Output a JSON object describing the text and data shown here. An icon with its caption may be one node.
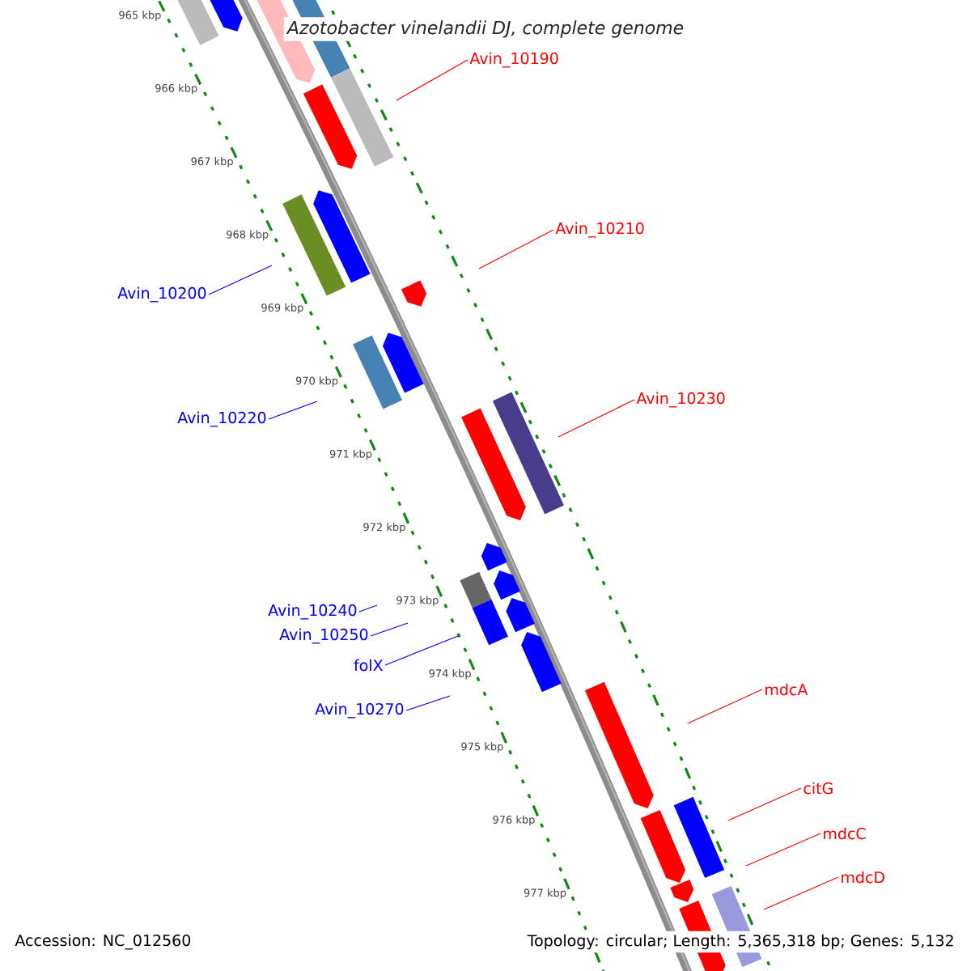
{
  "diagram": {
    "title": "Azotobacter vinelandii DJ, complete genome",
    "nodes": [
      {
        "text": [
          "Avin_10190"
        ]
      },
      {
        "text": [
          "Avin_10210"
        ]
      },
      {
        "text": [
          "Avin_10200"
        ]
      },
      {
        "text": [
          "Avin_10230"
        ]
      },
      {
        "text": [
          "Avin_10220"
        ]
      },
      {
        "text": [
          "Avin_10240"
        ]
      },
      {
        "text": [
          "Avin_10250"
        ]
      },
      {
        "text": [
          "folX"
        ]
      },
      {
        "text": [
          "mdcA"
        ]
      },
      {
        "text": [
          "Avin_10270"
        ]
      },
      {
        "text": [
          "citG"
        ]
      },
      {
        "text": [
          "mdcC"
        ]
      },
      {
        "text": [
          "mdcD"
        ]
      }
    ],
    "edges": [
      {
        "from": 0,
        "to": null,
        "arrow": "none"
      },
      {
        "from": 1,
        "to": null,
        "arrow": "none"
      },
      {
        "from": 2,
        "to": null,
        "arrow": "none",
        "color": "#0000ff"
      },
      {
        "from": 3,
        "to": null,
        "arrow": "none"
      },
      {
        "from": 4,
        "to": null,
        "arrow": "none",
        "color": "#0000ff"
      },
      {
        "from": 5,
        "to": null,
        "arrow": "none",
        "color": "#0000ff"
      },
      {
        "from": 6,
        "to": null,
        "arrow": "none",
        "color": "#0000ff"
      },
      {
        "from": 7,
        "to": null,
        "arrow": "none",
        "color": "#0000ff"
      },
      {
        "from": 8,
        "to": null,
        "arrow": "none"
      },
      {
        "from": 9,
        "to": null,
        "arrow": "none",
        "color": "#0000ff"
      },
      {
        "from": 10,
        "to": null,
        "arrow": "none"
      },
      {
        "from": 11,
        "to": null,
        "arrow": "none"
      },
      {
        "from": 12,
        "to": null,
        "arrow": "none"
      }
    ],
    "labels": [
      "965 kbp",
      "966 kbp",
      "967 kbp",
      "968 kbp",
      "969 kbp",
      "970 kbp",
      "971 kbp",
      "972 kbp",
      "973 kbp",
      "974 kbp",
      "975 kbp",
      "976 kbp",
      "977 kbp",
      "Accession: NC_012560",
      "Topology: circular; Length: 5,365,318 bp; Genes: 5,132"
    ]
  }
}
